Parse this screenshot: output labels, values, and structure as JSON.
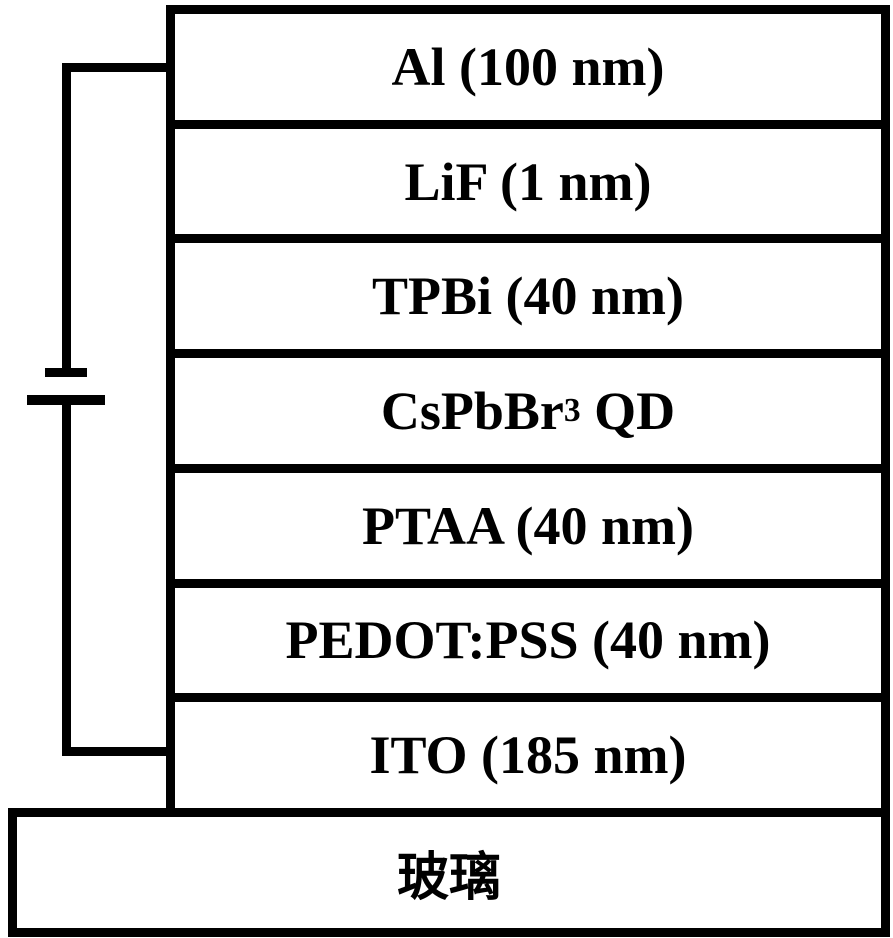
{
  "diagram": {
    "type": "device-layer-stack",
    "background_color": "#ffffff",
    "line_color": "#000000",
    "layers": [
      {
        "prefix": "Al (100 nm)",
        "sub": "",
        "suffix": ""
      },
      {
        "prefix": "LiF (1 nm)",
        "sub": "",
        "suffix": ""
      },
      {
        "prefix": "TPBi (40 nm)",
        "sub": "",
        "suffix": ""
      },
      {
        "prefix": "CsPbBr",
        "sub": "3",
        "suffix": " QD"
      },
      {
        "prefix": "PTAA (40 nm)",
        "sub": "",
        "suffix": ""
      },
      {
        "prefix": "PEDOT:PSS (40 nm)",
        "sub": "",
        "suffix": ""
      },
      {
        "prefix": "ITO (185 nm)",
        "sub": "",
        "suffix": ""
      }
    ],
    "substrate": {
      "label": "玻璃"
    }
  }
}
